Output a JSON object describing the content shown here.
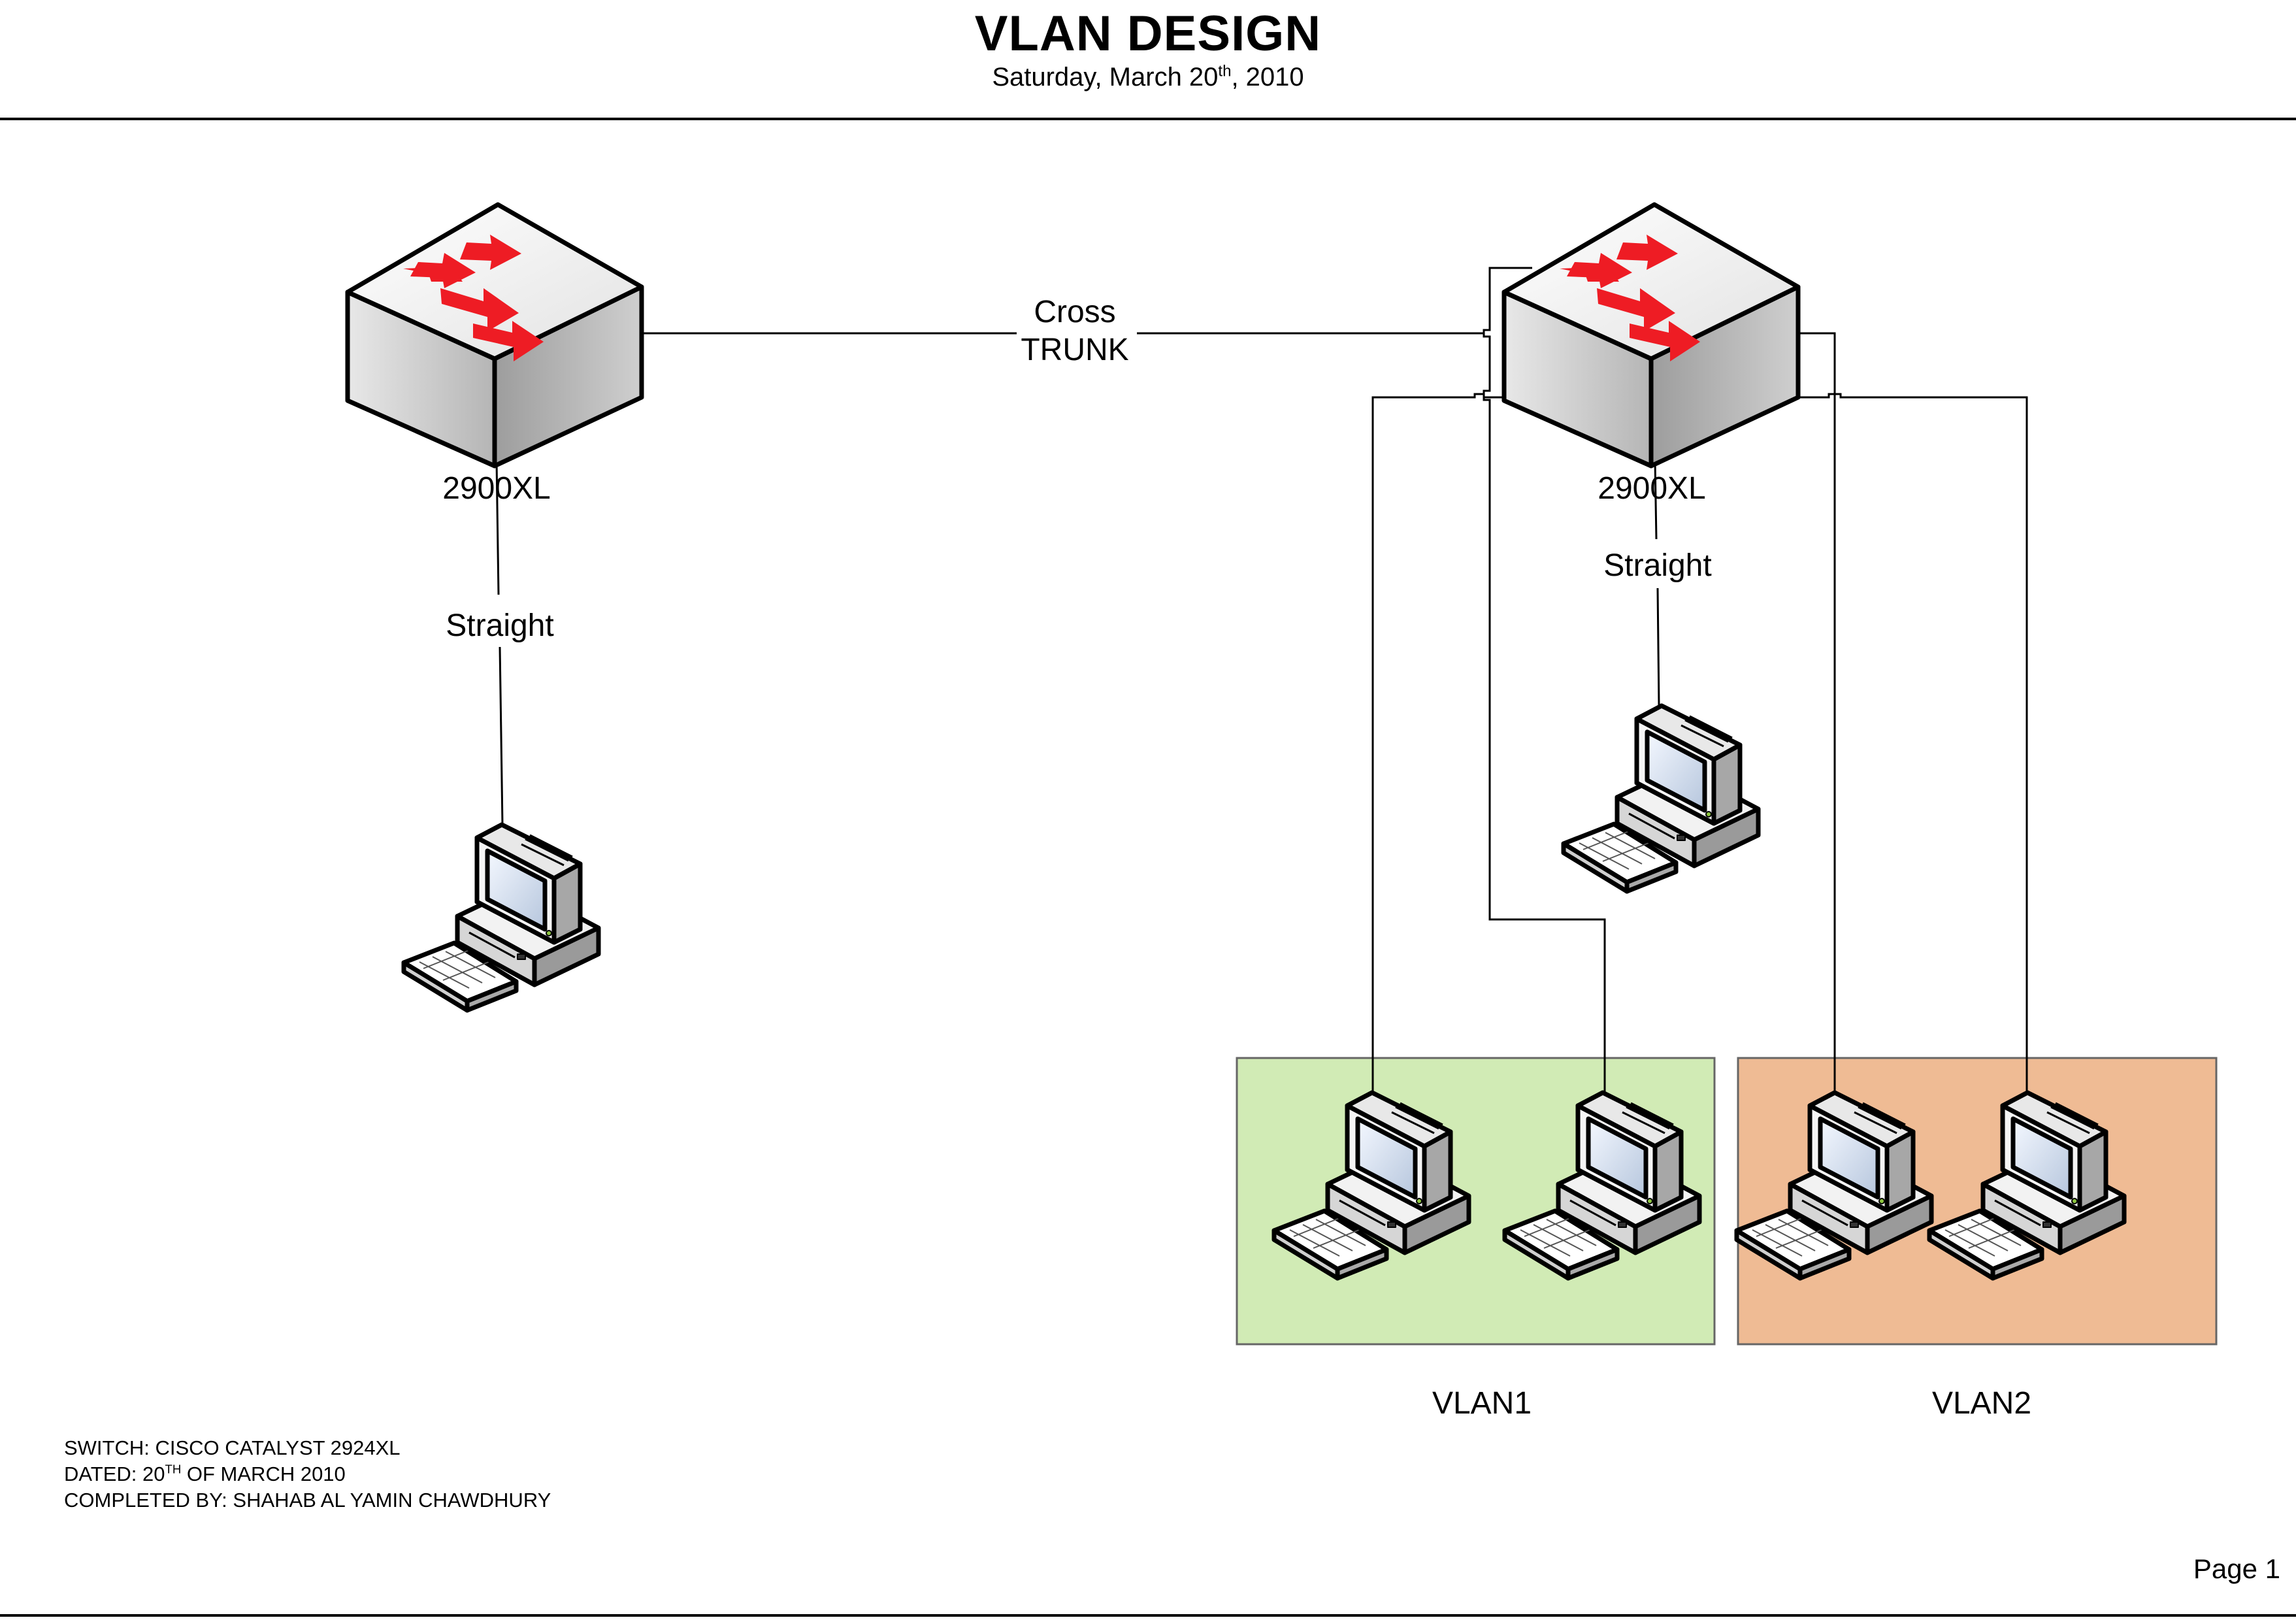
{
  "header": {
    "title": "VLAN DESIGN",
    "date_prefix": "Saturday, March 20",
    "date_sup": "th",
    "date_suffix": ", 2010"
  },
  "switches": [
    {
      "label": "2900XL"
    },
    {
      "label": "2900XL"
    }
  ],
  "links": {
    "trunk_line1": "Cross",
    "trunk_line2": "TRUNK",
    "left_straight": "Straight",
    "right_straight": "Straight"
  },
  "vlans": [
    {
      "label": "VLAN1",
      "color": "#d1ebb5"
    },
    {
      "label": "VLAN2",
      "color": "#efbb94"
    }
  ],
  "footer": {
    "switch_line": "SWITCH: CISCO CATALYST 2924XL",
    "dated_prefix": "DATED: 20",
    "dated_sup": "TH",
    "dated_suffix": " OF MARCH 2010",
    "completed_line": "COMPLETED BY: SHAHAB AL YAMIN CHAWDHURY"
  },
  "page": {
    "label": "Page 1"
  },
  "colors": {
    "arrow": "#ee1c24",
    "switch_body": "#d9d9d9",
    "line": "#000000"
  }
}
